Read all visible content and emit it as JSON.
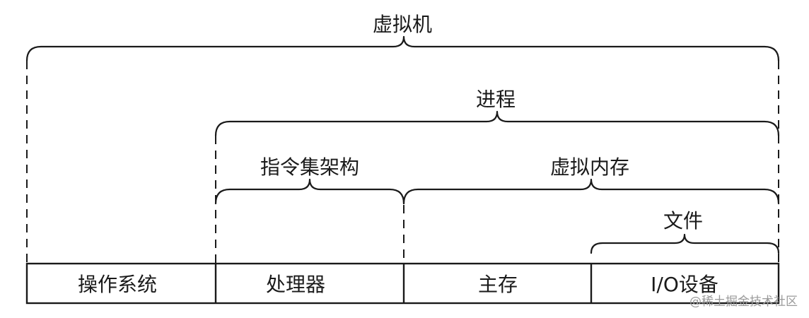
{
  "diagram": {
    "labels": {
      "virtual_machine": "虚拟机",
      "process": "进程",
      "isa": "指令集架构",
      "virtual_memory": "虚拟内存",
      "file": "文件"
    },
    "boxes": {
      "os": "操作系统",
      "processor": "处理器",
      "main_memory": "主存",
      "io_devices": "I/O设备"
    },
    "watermark": "@稀土掘金技术社区"
  }
}
